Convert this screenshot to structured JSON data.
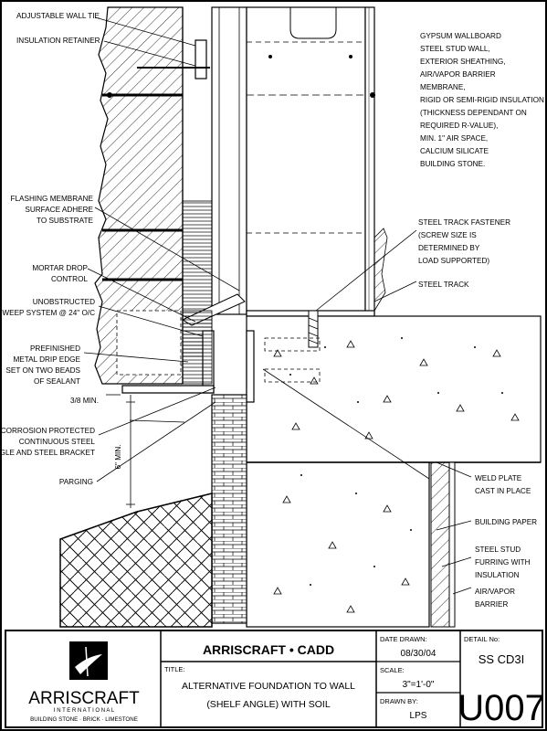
{
  "labels_left": [
    "ADJUSTABLE WALL TIE",
    "INSULATION RETAINER",
    "FLASHING MEMBRANE",
    "SURFACE ADHERE",
    "TO SUBSTRATE",
    "MORTAR DROP",
    "CONTROL",
    "UNOBSTRUCTED",
    "WEEP SYSTEM @ 24\" O/C",
    "PREFINISHED",
    "METAL DRIP EDGE",
    "SET ON TWO BEADS",
    "OF SEALANT",
    "3/8 MIN.",
    "CORROSION PROTECTED",
    "CONTINUOUS STEEL",
    "ANGLE AND STEEL BRACKET",
    "PARGING"
  ],
  "labels_right_top": [
    "GYPSUM WALLBOARD",
    "STEEL STUD WALL,",
    "EXTERIOR SHEATHING,",
    "AIR/VAPOR BARRIER",
    " MEMBRANE,",
    "RIGID OR SEMI-RIGID INSULATION",
    "(THICKNESS DEPENDANT ON",
    "REQUIRED R-VALUE),",
    "MIN. 1\" AIR SPACE,",
    "CALCIUM SILICATE",
    "BUILDING STONE."
  ],
  "labels_right_mid": [
    "STEEL TRACK FASTENER",
    "(SCREW SIZE IS",
    "DETERMINED BY",
    "LOAD SUPPORTED)",
    "STEEL TRACK"
  ],
  "labels_right_bottom": [
    "WELD PLATE",
    "CAST IN PLACE",
    "BUILDING PAPER",
    "STEEL STUD",
    "FURRING WITH",
    "INSULATION",
    "AIR/VAPOR",
    "BARRIER"
  ],
  "dimension_label": "6\" MIN.",
  "title_block": {
    "company_title": "ARRISCRAFT • CADD",
    "logo_name": "ARRISCRAFT",
    "logo_sub": "I N T E R N A T I O N A L",
    "logo_tagline": "BUILDING STONE · BRICK · LIMESTONE",
    "title_label": "TITLE:",
    "title_line1": "ALTERNATIVE FOUNDATION TO WALL",
    "title_line2": "(SHELF ANGLE) WITH SOIL",
    "date_label": "DATE DRAWN:",
    "date_value": "08/30/04",
    "scale_label": "SCALE:",
    "scale_value": "3\"=1'-0\"",
    "drawn_label": "DRAWN BY:",
    "drawn_value": "LPS",
    "detail_label": "DETAIL No:",
    "detail_value": "SS CD3I",
    "detail_number": "U007"
  }
}
